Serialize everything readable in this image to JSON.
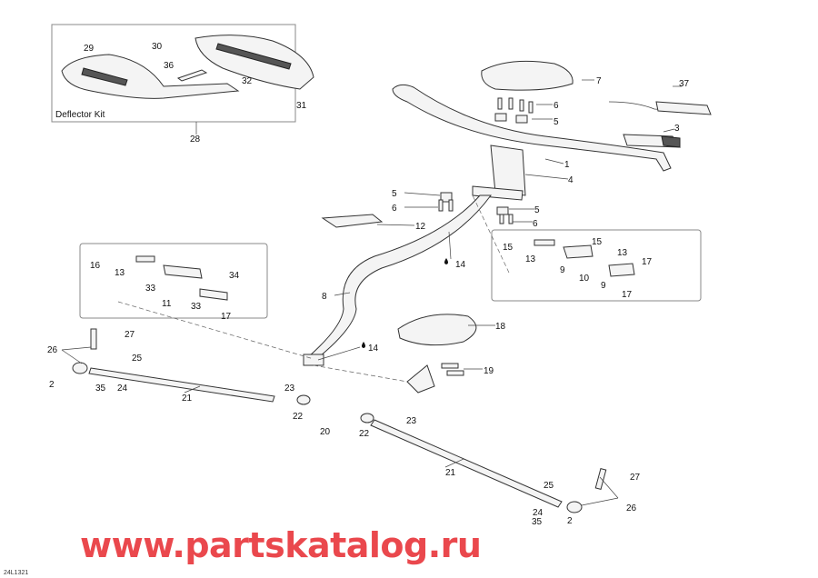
{
  "diagram": {
    "kit_label": "Deflector Kit",
    "drawing_code": "24L1321",
    "watermark": "www.partskatalog.ru",
    "watermark_color": "#e8353a",
    "drop_icon": "oil-drop-icon",
    "callouts": [
      "29",
      "30",
      "36",
      "32",
      "31",
      "28",
      "7",
      "37",
      "6",
      "5",
      "3",
      "1",
      "4",
      "5",
      "6",
      "5",
      "6",
      "12",
      "14",
      "15",
      "15",
      "13",
      "13",
      "17",
      "9",
      "10",
      "9",
      "17",
      "16",
      "13",
      "34",
      "33",
      "11",
      "33",
      "17",
      "8",
      "18",
      "14",
      "27",
      "26",
      "25",
      "2",
      "35",
      "24",
      "21",
      "19",
      "23",
      "22",
      "20",
      "22",
      "23",
      "21",
      "25",
      "27",
      "26",
      "24",
      "35",
      "2"
    ]
  }
}
